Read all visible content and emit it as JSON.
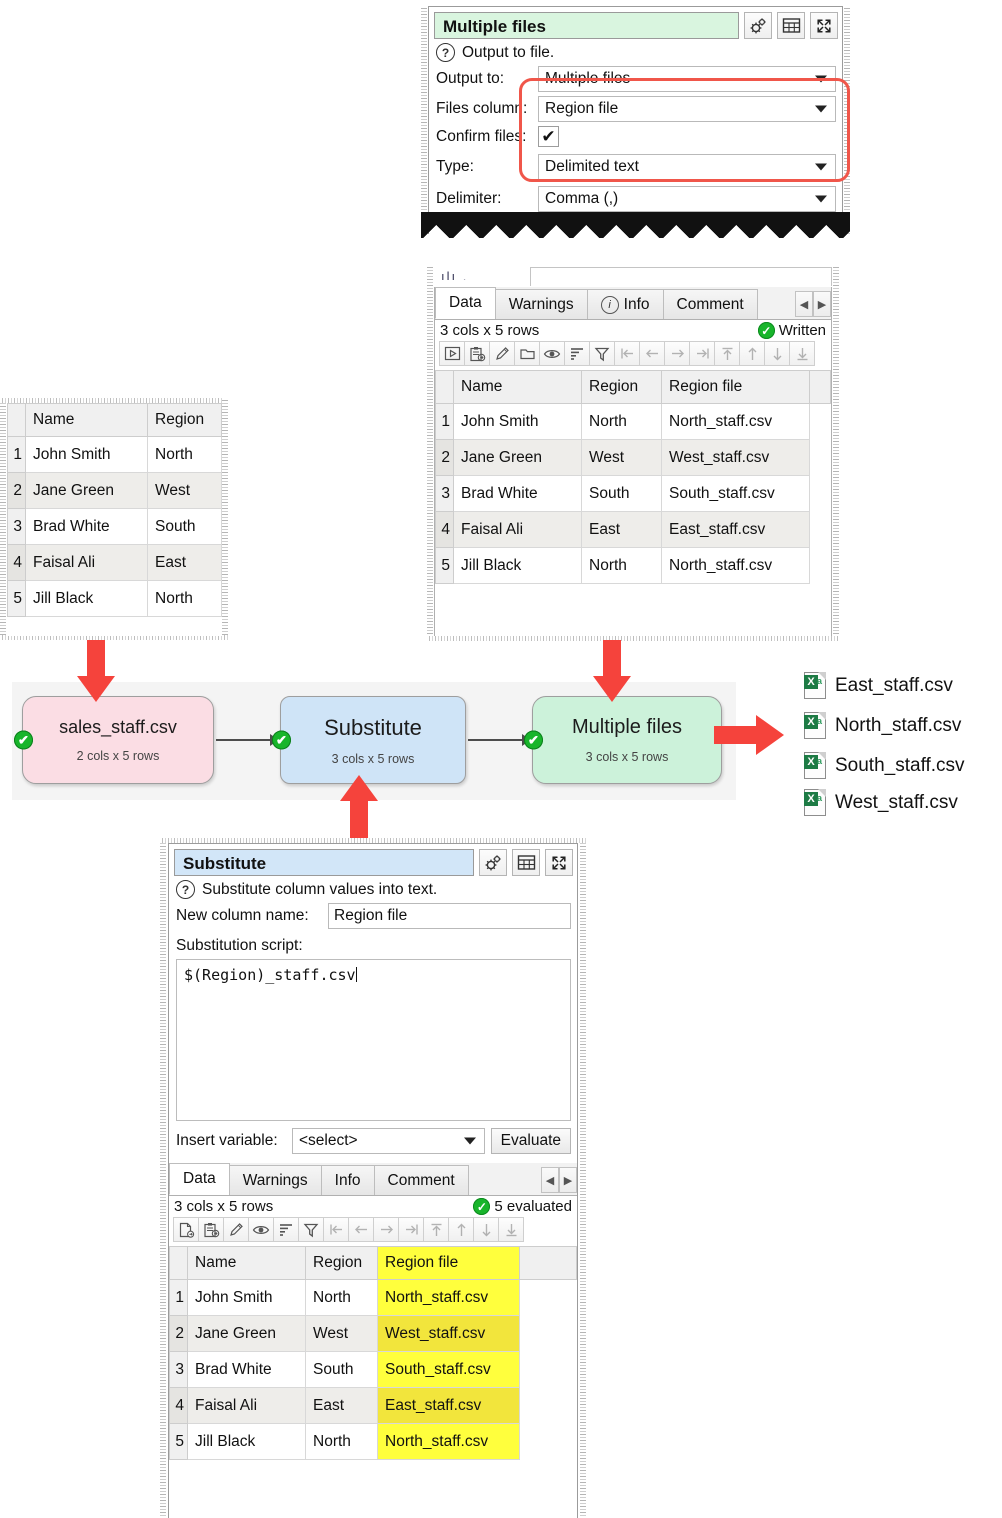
{
  "output_dialog": {
    "title": "Multiple files",
    "hint": "Output to file.",
    "toolbar": {
      "settings": "gears-icon",
      "table": "table-icon",
      "expand": "expand-icon"
    },
    "fields": [
      {
        "label": "Output to:",
        "value": "Multiple files",
        "kind": "combo"
      },
      {
        "label": "Files column:",
        "value": "Region file",
        "kind": "combo"
      },
      {
        "label": "Confirm files:",
        "value": "✔",
        "kind": "checkbox"
      },
      {
        "label": "Type:",
        "value": "Delimited text",
        "kind": "combo"
      },
      {
        "label": "Delimiter:",
        "value": "Comma (,)",
        "kind": "combo"
      }
    ],
    "highlight_color": "#f0564a"
  },
  "output_panel": {
    "tabs": [
      {
        "label": "Data",
        "icon": null,
        "active": true
      },
      {
        "label": "Warnings",
        "icon": null,
        "active": false
      },
      {
        "label": "Info",
        "icon": "info-icon",
        "active": false
      },
      {
        "label": "Comment",
        "icon": null,
        "active": false
      }
    ],
    "tab_nav": {
      "prev": "◀",
      "next": "▶"
    },
    "status": "3 cols x 5 rows",
    "status_right": "Written",
    "toolbar_icons": [
      "run-icon",
      "paste-icon",
      "edit-icon",
      "folder-icon",
      "eye-icon",
      "sort-icon",
      "filter-icon",
      "first-col-icon",
      "prev-col-icon",
      "next-col-icon",
      "last-col-icon",
      "first-row-icon",
      "prev-row-icon",
      "next-row-icon",
      "last-row-icon"
    ],
    "table": {
      "columns": [
        "Name",
        "Region",
        "Region file"
      ],
      "rows": [
        {
          "n": "1",
          "cells": [
            "John Smith",
            "North",
            "North_staff.csv"
          ]
        },
        {
          "n": "2",
          "cells": [
            "Jane Green",
            "West",
            "West_staff.csv"
          ]
        },
        {
          "n": "3",
          "cells": [
            "Brad White",
            "South",
            "South_staff.csv"
          ]
        },
        {
          "n": "4",
          "cells": [
            "Faisal Ali",
            "East",
            "East_staff.csv"
          ]
        },
        {
          "n": "5",
          "cells": [
            "Jill Black",
            "North",
            "North_staff.csv"
          ]
        }
      ]
    }
  },
  "source_table": {
    "columns": [
      "Name",
      "Region"
    ],
    "rows": [
      {
        "n": "1",
        "cells": [
          "John Smith",
          "North"
        ]
      },
      {
        "n": "2",
        "cells": [
          "Jane Green",
          "West"
        ]
      },
      {
        "n": "3",
        "cells": [
          "Brad White",
          "South"
        ]
      },
      {
        "n": "4",
        "cells": [
          "Faisal Ali",
          "East"
        ]
      },
      {
        "n": "5",
        "cells": [
          "Jill Black",
          "North"
        ]
      }
    ]
  },
  "graph": {
    "nodes": [
      {
        "name": "sales_staff.csv",
        "sub": "2 cols x 5 rows",
        "color": "#fbdde4",
        "status": "✔"
      },
      {
        "name": "Substitute",
        "sub": "3 cols x 5 rows",
        "color": "#cfe4f7",
        "status": "✔"
      },
      {
        "name": "Multiple files",
        "sub": "3 cols x 5 rows",
        "color": "#ccf2da",
        "status": "✔"
      }
    ]
  },
  "files": [
    {
      "name": "East_staff.csv",
      "icon": "csv-file-icon"
    },
    {
      "name": "North_staff.csv",
      "icon": "csv-file-icon"
    },
    {
      "name": "South_staff.csv",
      "icon": "csv-file-icon"
    },
    {
      "name": "West_staff.csv",
      "icon": "csv-file-icon"
    }
  ],
  "substitute_dialog": {
    "title": "Substitute",
    "hint": "Substitute column values into text.",
    "new_column_label": "New column name:",
    "new_column_value": "Region file",
    "script_label": "Substitution script:",
    "script_value": "$(Region)_staff.csv",
    "insert_variable_label": "Insert variable:",
    "insert_variable_value": "<select>",
    "evaluate_label": "Evaluate",
    "tabs": [
      {
        "label": "Data",
        "active": true
      },
      {
        "label": "Warnings",
        "active": false
      },
      {
        "label": "Info",
        "active": false
      },
      {
        "label": "Comment",
        "active": false
      }
    ],
    "tab_nav": {
      "prev": "◀",
      "next": "▶"
    },
    "status": "3 cols x 5 rows",
    "status_right": "5 evaluated",
    "toolbar_icons": [
      "new-file-icon",
      "paste-icon",
      "edit-icon",
      "eye-icon",
      "sort-icon",
      "filter-icon",
      "first-col-icon",
      "prev-col-icon",
      "next-col-icon",
      "last-col-icon",
      "first-row-icon",
      "prev-row-icon",
      "next-row-icon",
      "last-row-icon"
    ],
    "table": {
      "columns": [
        "Name",
        "Region",
        "Region file"
      ],
      "highlight_column": 2,
      "highlight_color": "#ffff3d",
      "rows": [
        {
          "n": "1",
          "cells": [
            "John Smith",
            "North",
            "North_staff.csv"
          ]
        },
        {
          "n": "2",
          "cells": [
            "Jane Green",
            "West",
            "West_staff.csv"
          ]
        },
        {
          "n": "3",
          "cells": [
            "Brad White",
            "South",
            "South_staff.csv"
          ]
        },
        {
          "n": "4",
          "cells": [
            "Faisal Ali",
            "East",
            "East_staff.csv"
          ]
        },
        {
          "n": "5",
          "cells": [
            "Jill Black",
            "North",
            "North_staff.csv"
          ]
        }
      ]
    }
  }
}
